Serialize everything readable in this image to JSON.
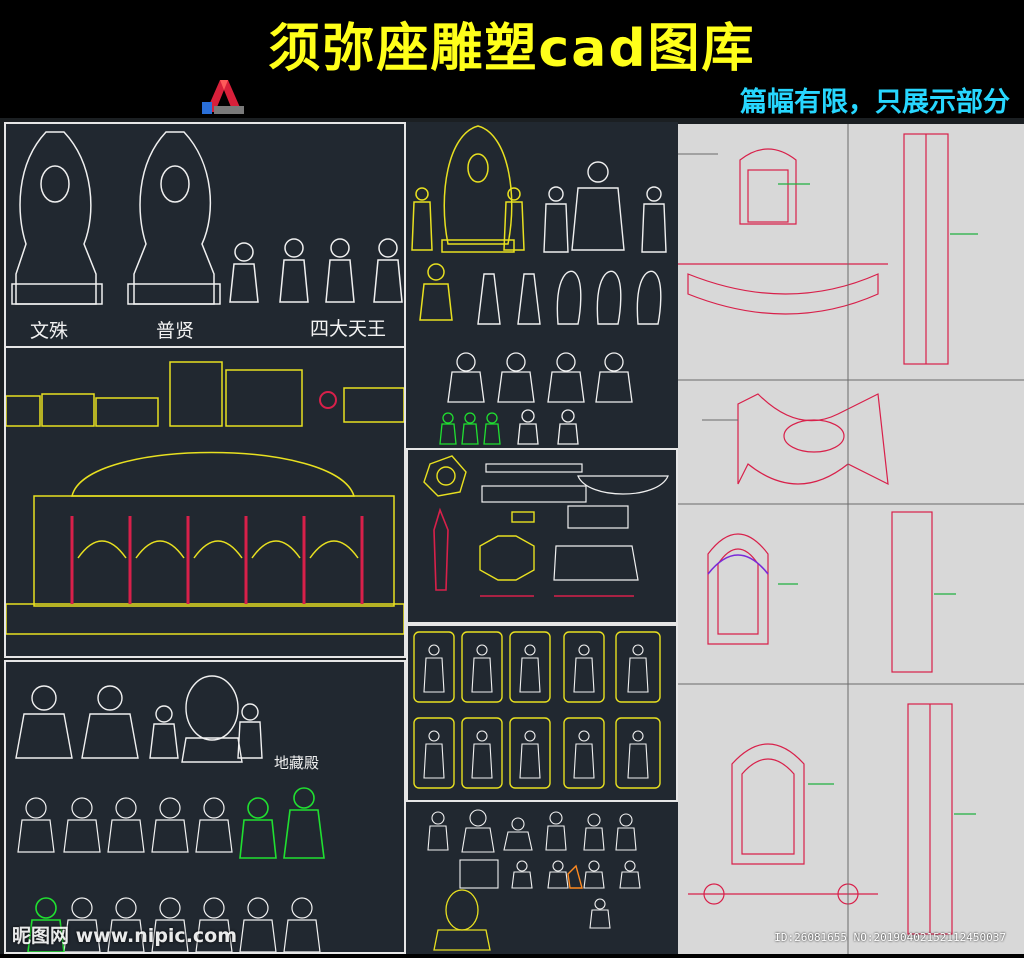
{
  "header": {
    "title": "须弥座雕塑cad图库",
    "subtitle": "篇幅有限，只展示部分",
    "title_color": "#ffff1a",
    "subtitle_color": "#27d7ff",
    "app_icon": "autocad-icon"
  },
  "panels": {
    "top_left": {
      "labels": [
        "文殊",
        "普贤",
        "四大天王"
      ]
    },
    "bottom_left": {
      "label": "地藏殿"
    }
  },
  "watermark": {
    "left": "昵图网 www.nipic.com",
    "right": "ID:26081655 NO:20190402152112450037"
  },
  "colors": {
    "dark_panel": "#212830",
    "light_panel": "#d8d8d8",
    "cad_yellow": "#e8e020",
    "cad_red": "#d8204a",
    "cad_white": "#f0f0f0",
    "cad_green": "#20e030"
  }
}
